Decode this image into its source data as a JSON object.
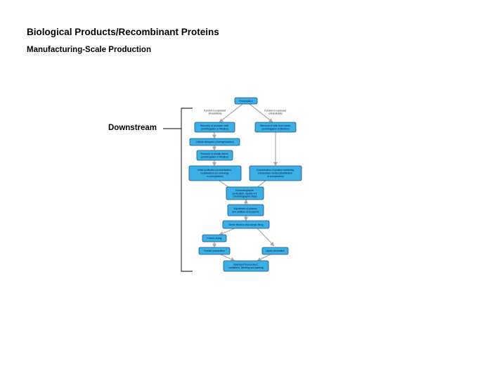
{
  "title": "Biological Products/Recombinant Proteins",
  "subtitle": "Manufacturing-Scale Production",
  "side_label": "Downstream",
  "condition_left": [
    "If protein is expressed",
    "intracellularly"
  ],
  "condition_right": [
    "If protein is expressed",
    "extracellularly"
  ],
  "steps": {
    "fermentation": [
      "Fermentation"
    ],
    "removal_producer": [
      "Recovery of producer cells",
      "(centrifugation or filtration)"
    ],
    "removal_cells": [
      "Removal of cells from media",
      "(centrifugation or filtration)"
    ],
    "cell_disruption": [
      "Cellular disruption (homogenization)"
    ],
    "removal_debris": [
      "Removal of cellular debris",
      "(centrifugation or filtration)"
    ],
    "initial_purification": [
      "Initial purification (concentration,",
      "solubilization ion exchange",
      "or precipitation)"
    ],
    "concentration": [
      "Concentration of product containing",
      "extracellular media (ultrafiltration",
      "or precipitation)"
    ],
    "chromatographic": [
      "Chromatographic",
      "purification, usually 4-6",
      "chromatographic steps"
    ],
    "adjustment": [
      "Adjustment of potency",
      "and addition of excipients"
    ],
    "sterile_filtration": [
      "Sterile filtration and aseptic filling"
    ],
    "freeze_drying": [
      "Freeze-drying"
    ],
    "powder": [
      "Powder preparation"
    ],
    "liquid": [
      "Liquid preparation"
    ],
    "sealing": [
      "Sealing of final product",
      "containers, labelling and packing"
    ]
  }
}
